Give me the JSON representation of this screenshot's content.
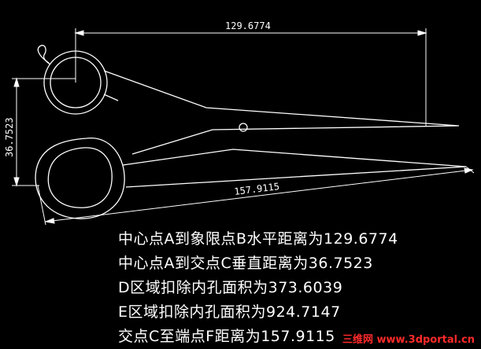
{
  "dimensions": {
    "horizontal": "129.6774",
    "vertical": "36.7523",
    "slanted": "157.9115"
  },
  "notes": [
    "中心点A到象限点B水平距离为129.6774",
    "中心点A到交点C垂直距离为36.7523",
    "D区域扣除内孔面积为373.6039",
    "E区域扣除内孔面积为924.7147",
    "交点C至端点F距离为157.9115"
  ],
  "watermark": "三维网 www.3dportal.cn",
  "colors": {
    "background": "#000000",
    "outline": "#ffffff",
    "text": "#ffffff",
    "watermark": "#ff2a2a"
  }
}
